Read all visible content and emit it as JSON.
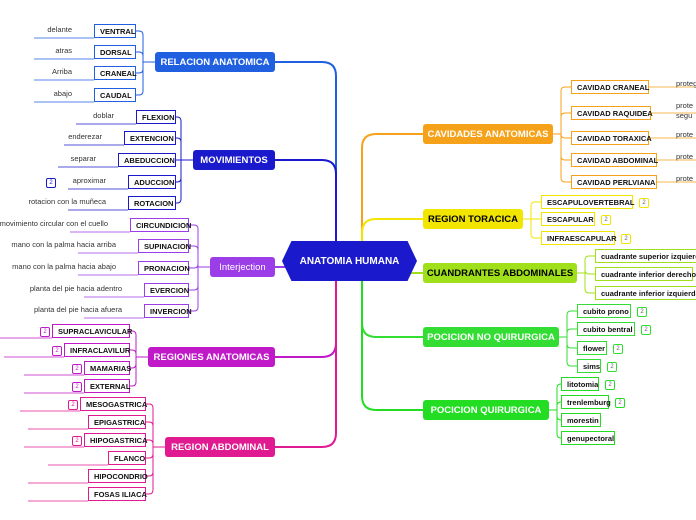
{
  "central": {
    "label": "ANATOMIA HUMANA",
    "color": "#1a1acc"
  },
  "badge_text": "2",
  "left_branches": [
    {
      "label": "RELACION ANATOMICA",
      "color": "#1f5fe0",
      "items": [
        {
          "label": "VENTRAL",
          "desc": "delante"
        },
        {
          "label": "DORSAL",
          "desc": "atras"
        },
        {
          "label": "CRANEAL",
          "desc": "Arriba"
        },
        {
          "label": "CAUDAL",
          "desc": "abajo"
        }
      ]
    },
    {
      "label": "MOVIMIENTOS",
      "color": "#1a1acc",
      "items": [
        {
          "label": "FLEXION",
          "desc": "doblar"
        },
        {
          "label": "EXTENCION",
          "desc": "enderezar"
        },
        {
          "label": "ABEDUCCION",
          "desc": "separar"
        },
        {
          "label": "ADUCCION",
          "desc": "aproximar",
          "badge": true
        },
        {
          "label": "ROTACION",
          "desc": "rotacion con la muñeca"
        }
      ]
    },
    {
      "label": "Interjection",
      "color": "#9b3ee8",
      "items": [
        {
          "label": "CIRCUNDICION",
          "desc": "movimiento circular con el cuello"
        },
        {
          "label": "SUPINACION",
          "desc": "mano con la palma hacia arriba"
        },
        {
          "label": "PRONACION",
          "desc": "mano con la palma hacia abajo"
        },
        {
          "label": "EVERCION",
          "desc": "planta del pie hacia adentro"
        },
        {
          "label": "INVERCION",
          "desc": "planta del pie hacia afuera"
        }
      ]
    },
    {
      "label": "REGIONES ANATOMICAS",
      "color": "#c01ac8",
      "items": [
        {
          "label": "SUPRACLAVICULAR",
          "badge": true
        },
        {
          "label": "INFRACLAVILUR",
          "badge": true
        },
        {
          "label": "MAMARIAS",
          "badge": true
        },
        {
          "label": "EXTERNAL",
          "badge": true
        }
      ]
    },
    {
      "label": "REGION ABDOMINAL",
      "color": "#e01a90",
      "items": [
        {
          "label": "MESOGASTRICA",
          "badge": true
        },
        {
          "label": "EPIGASTRICA"
        },
        {
          "label": "HIPOGASTRICA",
          "badge": true
        },
        {
          "label": "FLANCO"
        },
        {
          "label": "HIPOCONDRIO"
        },
        {
          "label": "FOSAS ILIACA"
        }
      ]
    }
  ],
  "right_branches": [
    {
      "label": "CAVIDADES ANATOMICAS",
      "color": "#f5a21a",
      "items": [
        {
          "label": "CAVIDAD CRANEAL",
          "desc": "protege"
        },
        {
          "label": "CAVIDAD RAQUIDEA",
          "desc": "prote",
          "desc2": "segu"
        },
        {
          "label": "CAVIDAD TORAXICA",
          "desc": "prote"
        },
        {
          "label": "CAVIDAD ABDOMINAL",
          "desc": "prote"
        },
        {
          "label": "CAVIDAD PERLVIANA",
          "desc": "prote"
        }
      ]
    },
    {
      "label": "REGION TORACICA",
      "color": "#f2e600",
      "items": [
        {
          "label": "ESCAPULOVERTEBRAL",
          "badge": true
        },
        {
          "label": "ESCAPULAR",
          "badge": true
        },
        {
          "label": "INFRAESCAPULAR",
          "badge": true
        }
      ]
    },
    {
      "label": "CUANDRANTES ABDOMINALES",
      "color": "#a0e01a",
      "items": [
        {
          "label": "cuadrante superior izquierdo"
        },
        {
          "label": "cuadrante inferior derecho"
        },
        {
          "label": "cuadrante inferior izquierdo"
        }
      ]
    },
    {
      "label": "POCICION NO QUIRURGICA",
      "color": "#33dd33",
      "items": [
        {
          "label": "cubito prono",
          "badge": true
        },
        {
          "label": "cubito  bentral",
          "badge": true
        },
        {
          "label": "flower",
          "badge": true
        },
        {
          "label": "sims",
          "badge": true
        }
      ]
    },
    {
      "label": "POCICION QUIRURGICA",
      "color": "#22dd22",
      "items": [
        {
          "label": "litotomia",
          "badge": true
        },
        {
          "label": "trenlemburg",
          "badge": true
        },
        {
          "label": "morestin"
        },
        {
          "label": "genupectoral"
        }
      ]
    }
  ]
}
